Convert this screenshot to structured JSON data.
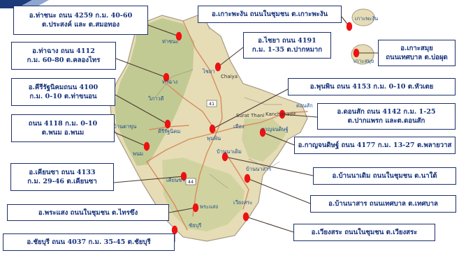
{
  "colors": {
    "marker": "#ee1111",
    "leader": "#4a3a30",
    "box_border": "#1b2f6b",
    "box_text": "#14307a",
    "land": "#e6ddb6",
    "forest": "#b9c58b",
    "sea": "#ffffff",
    "road": "#d98b5f",
    "province_border": "#a89a85"
  },
  "labels": [
    {
      "id": "tha-chana",
      "lines": [
        "อ.ท่าชนะ ถนน 4259 ก.ม. 40-60",
        "ต.ประสงค์ และ ต.สมอทอง"
      ]
    },
    {
      "id": "ko-phangan",
      "lines": [
        "อ.เกาะพะงัน ถนนในชุมชน ต.เกาะพะงัน"
      ]
    },
    {
      "id": "chaiya",
      "lines": [
        "อ.ไชยา ถนน 4191",
        "ก.ม. 1-35 ต.ปากหมาก"
      ]
    },
    {
      "id": "ko-samui",
      "lines": [
        "อ.เกาะสมุย",
        "ถนนเทศบาล ต.บ่อผุด"
      ]
    },
    {
      "id": "tha-chang",
      "lines": [
        "อ.ท่าฉาง ถนน 4112",
        "ก.ม. 60-80 ต.คลองไทร"
      ]
    },
    {
      "id": "khiri-rat",
      "lines": [
        "อ.คีรีรัฐนิคมถนน 4100",
        "ก.ม. 0-10 ต.ท่าขนอน"
      ]
    },
    {
      "id": "phunphin",
      "lines": [
        "อ.พุนพิน ถนน 4153 ก.ม. 0-10 ต.หัวเตย"
      ]
    },
    {
      "id": "phanom",
      "lines": [
        "ถนน 4118 ก.ม. 0-10",
        "ต.พนม อ.พนม"
      ]
    },
    {
      "id": "don-sak",
      "lines": [
        "อ.ดอนสัก ถนน 4142 ก.ม. 1-25",
        "ต.ปากแพรก และต.ดอนสัก"
      ]
    },
    {
      "id": "kanchanadit",
      "lines": [
        "อ.กาญจนดิษฐ์ ถนน 4177 ก.ม. 13-27 ต.พลายวาส"
      ]
    },
    {
      "id": "khian-sa",
      "lines": [
        "อ.เคียนซา ถนน 4133",
        "ก.ม. 29-46 ต.เคียนซา"
      ]
    },
    {
      "id": "ban-na-doem",
      "lines": [
        "อ.บ้านนาเดิม ถนนในชุมชน ต.นาใต้"
      ]
    },
    {
      "id": "ban-na-san",
      "lines": [
        "อ.บ้านนาสาร ถนนเทศบาล ต.เทศบาล"
      ]
    },
    {
      "id": "phrasaeng",
      "lines": [
        "อ.พระแสง ถนนในชุมชน ต.ไทรขึง"
      ]
    },
    {
      "id": "wiang-sa",
      "lines": [
        "อ.เวียงสระ ถนนในชุมชน ต.เวียงสระ"
      ]
    },
    {
      "id": "chaiburi",
      "lines": [
        "อ.ชัยบุรี ถนน 4037 ก.ม. 35-45 ต.ชัยบุรี"
      ]
    }
  ],
  "place_names": {
    "tha_chana": "ท่าชนะ",
    "chaiya": "ไชยา",
    "chaiya_en": "Chaiya",
    "tha_chang": "ท่าฉาง",
    "wiphawadi": "วิภาวดี",
    "khiri_rat": "คีรีรัฐนิคม",
    "ban_ta_khun": "บ้านตาขุน",
    "phunphin": "พุนพิน",
    "mueang": "เมือง",
    "surat_thani": "Surat Thani",
    "kanchanadit": "กาญจนดิษฐ์",
    "kanchanadit_en": "Kanchanadit",
    "don_sak": "ดอนสัก",
    "phanom": "พนม",
    "khian_sa": "เคียนซา",
    "ban_na_doem": "บ้านนาเดิม",
    "ban_na_san": "บ้านนาสาร",
    "wiang_sa": "เวียงสระ",
    "phrasaeng": "พระแสง",
    "chaiburi": "ชัยบุรี",
    "ko_phangan": "เกาะพะงัน",
    "ko_samui": "เกาะสมุย",
    "road_44": "44",
    "road_41": "41"
  }
}
